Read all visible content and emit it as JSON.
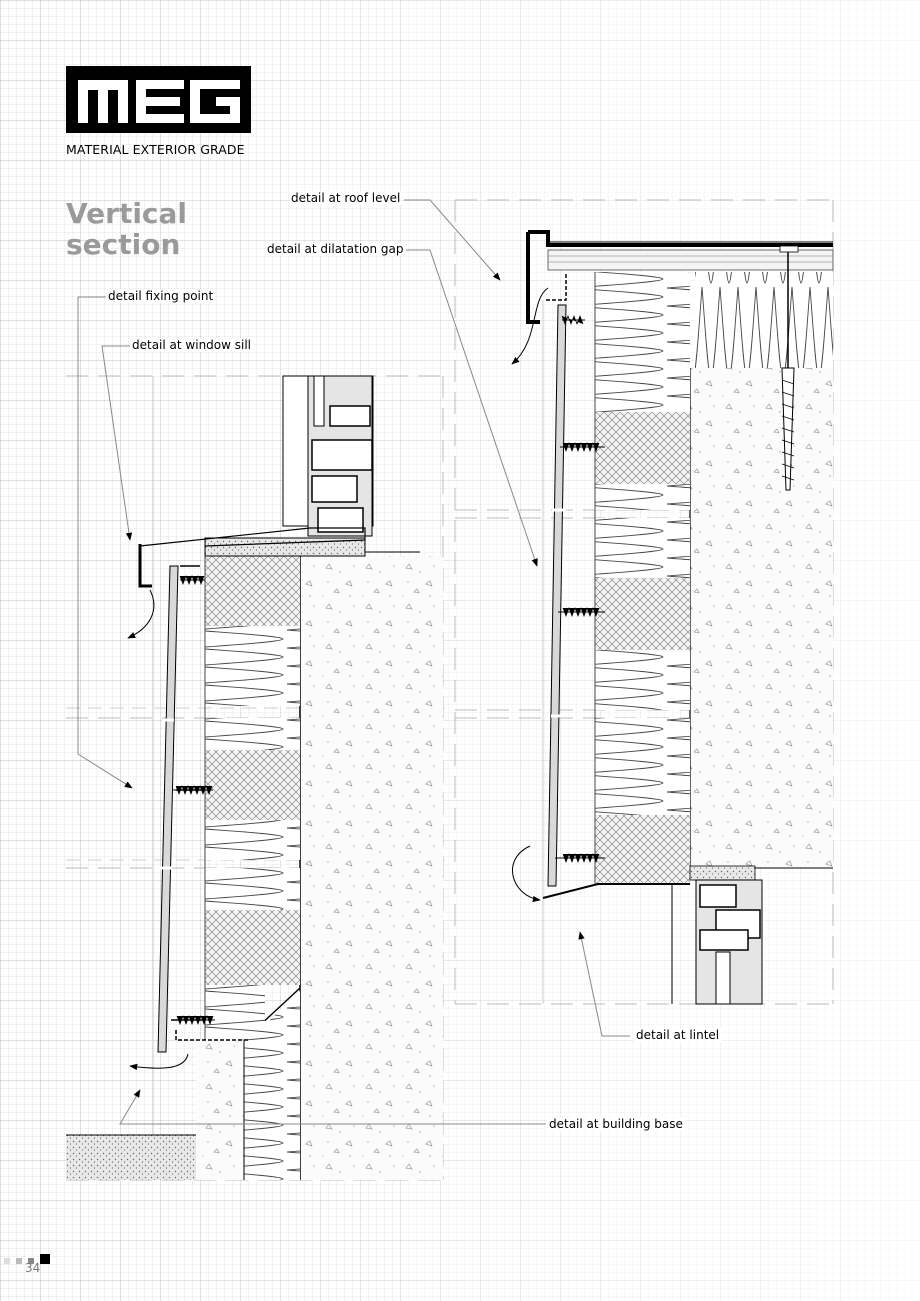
{
  "header": {
    "logo_text": "MEG",
    "logo_subtitle": "MATERIAL EXTERIOR GRADE"
  },
  "title": "Vertical section",
  "labels": {
    "roof_level": "detail at roof level",
    "dilatation_gap": "detail at dilatation gap",
    "fixing_point": "detail fixing point",
    "window_sill": "detail at window sill",
    "lintel": "detail at lintel",
    "building_base": "detail at building base"
  },
  "footer": {
    "page_number": "34"
  },
  "colors": {
    "title": "#9a9a9a",
    "line": "#000000",
    "dash": "#bbbbbb"
  }
}
